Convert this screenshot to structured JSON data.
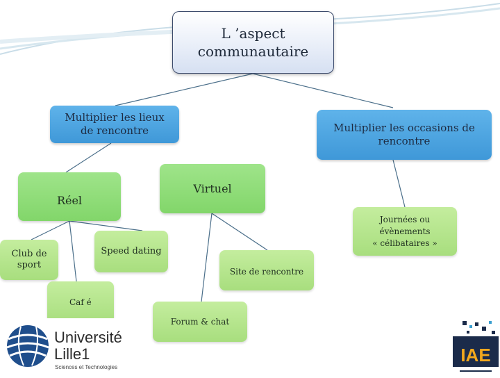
{
  "root": {
    "line1": "L ’aspect",
    "line2": "communautaire"
  },
  "level1": {
    "lieux": {
      "line1": "Multiplier les lieux",
      "line2": "de rencontre"
    },
    "occasions": {
      "line1": "Multiplier les occasions de",
      "line2": "rencontre"
    }
  },
  "level2": {
    "reel": "Réel",
    "virtuel": "Virtuel"
  },
  "leaves": {
    "club": {
      "line1": "Club de",
      "line2": "sport"
    },
    "speed": "Speed dating",
    "cafe": "Caf é",
    "site": "Site de rencontre",
    "forum": "Forum & chat",
    "journees": {
      "line1": "Journées ou",
      "line2": "évènements",
      "line3": "« célibataires »"
    }
  },
  "logos": {
    "universite": {
      "line1": "Université",
      "line2": "Lille1",
      "line3": "Sciences et Technologies"
    },
    "iae": "IAE"
  },
  "colors": {
    "blue_box": "#4aa5e0",
    "green_box": "#8fdc76",
    "light_green_box": "#b6e68e",
    "line": "#3c6b8e"
  }
}
